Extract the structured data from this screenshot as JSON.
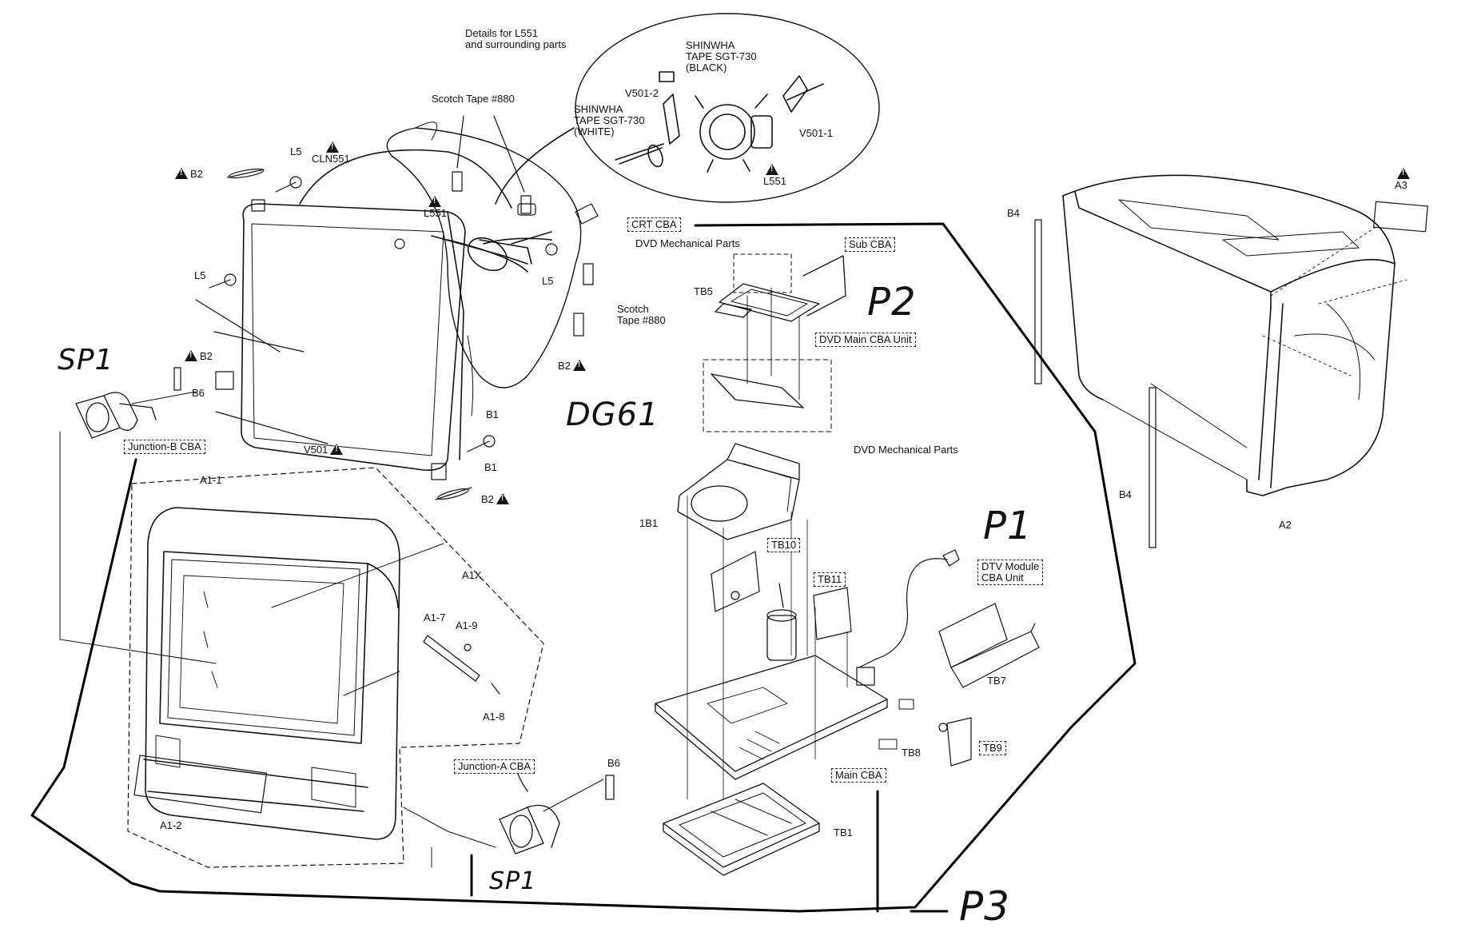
{
  "labels": {
    "details_l551": "Details for L551\nand surrounding parts",
    "shinwha_black": "SHINWHA\nTAPE SGT-730\n(BLACK)",
    "shinwha_white": "SHINWHA\nTAPE SGT-730\n(WHITE)",
    "v501_2": "V501-2",
    "v501_1": "V501-1",
    "l551_detail": "L551",
    "scotch_top": "Scotch Tape #880",
    "scotch_right": "Scotch\nTape #880",
    "b2_topleft": "B2",
    "l5_top": "L5",
    "cln551": "CLN551",
    "l551_main": "L551",
    "l5_left": "L5",
    "l5_right": "L5",
    "b2_left": "B2",
    "b6_left": "B6",
    "b2_right": "B2",
    "b1_upper": "B1",
    "b1_lower": "B1",
    "v501": "V501",
    "b2_bottom": "B2",
    "crt_cba": "CRT CBA",
    "dvd_mech_top": "DVD Mechanical Parts",
    "sub_cba": "Sub CBA",
    "tb5": "TB5",
    "dvd_main_cba": "DVD Main CBA Unit",
    "dvd_mech_bottom": "DVD Mechanical Parts",
    "b4_top": "B4",
    "b4_bottom": "B4",
    "a3": "A3",
    "a2": "A2",
    "junction_b": "Junction-B CBA",
    "a1_1": "A1-1",
    "a1x": "A1X",
    "a1_7": "A1-7",
    "a1_9": "A1-9",
    "a1_8": "A1-8",
    "a1_2": "A1-2",
    "junction_a": "Junction-A CBA",
    "b6_bottom": "B6",
    "ib1": "1B1",
    "tb10": "TB10",
    "tb11": "TB11",
    "dtv_module": "DTV Module\nCBA Unit",
    "tb7": "TB7",
    "tb8": "TB8",
    "tb9": "TB9",
    "main_cba": "Main CBA",
    "tb1": "TB1"
  },
  "handwritten": {
    "sp1_top": "SP1",
    "sp1_bottom": "SP1",
    "dg61": "DG61",
    "p1": "P1",
    "p2": "P2",
    "p3": "P3"
  },
  "colors": {
    "ink": "#111111",
    "paper": "#ffffff"
  }
}
